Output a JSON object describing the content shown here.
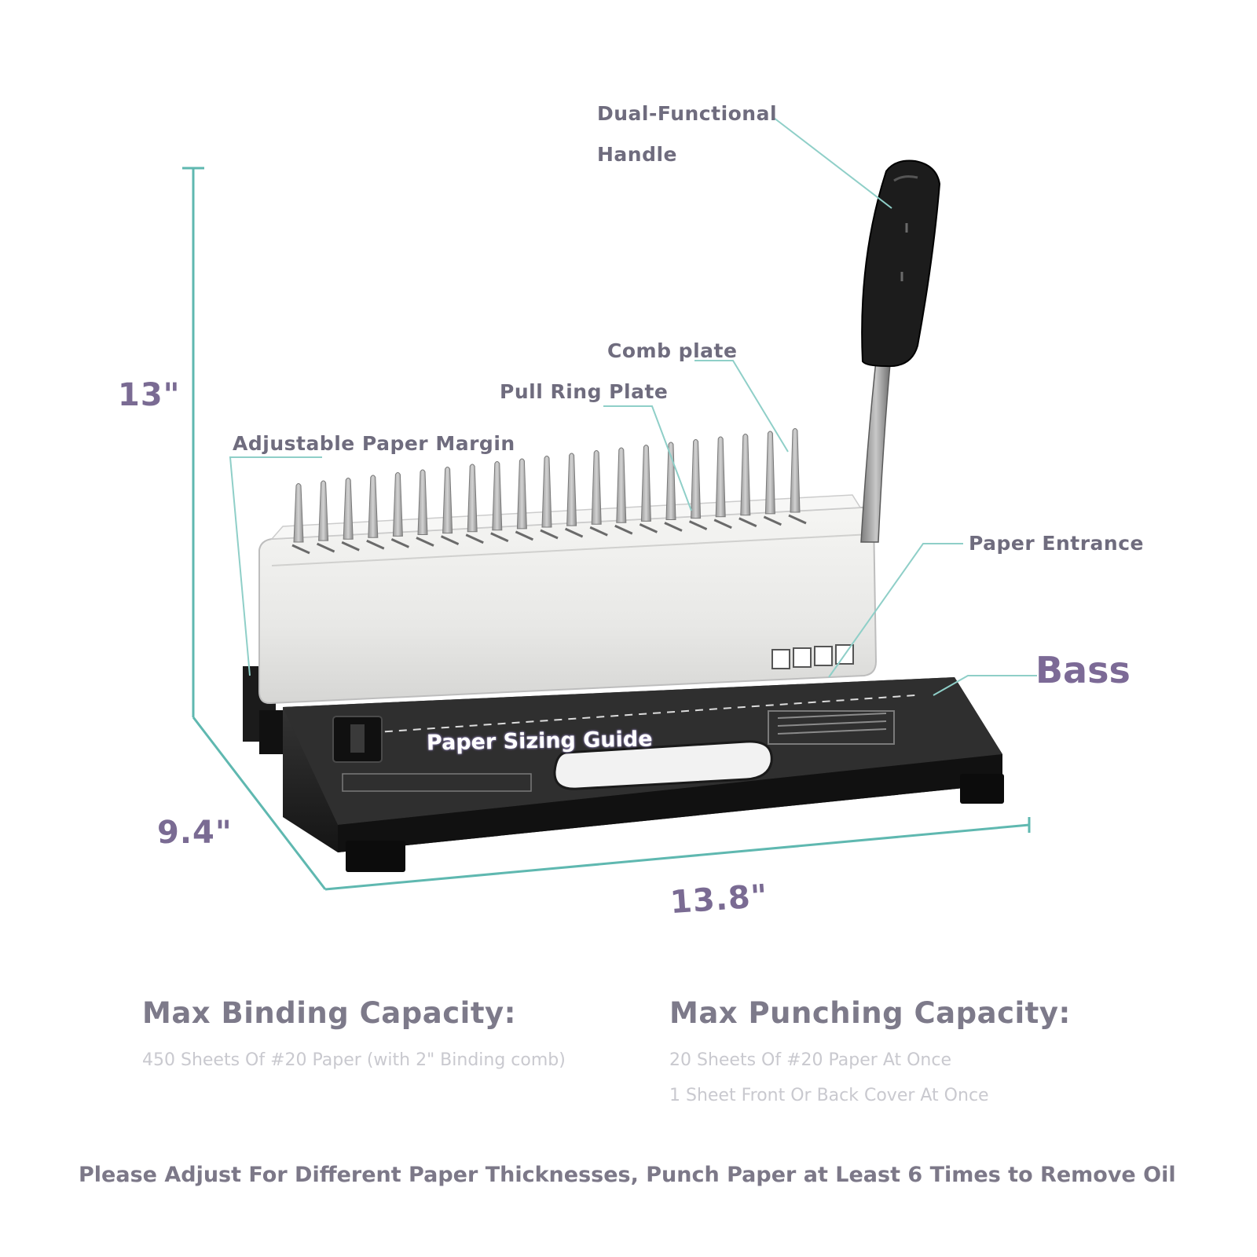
{
  "callouts": {
    "handle_line1": "Dual-Functional",
    "handle_line2": "Handle",
    "comb_plate": "Comb plate",
    "pull_ring_plate": "Pull Ring Plate",
    "paper_margin": "Adjustable Paper Margin",
    "paper_entrance": "Paper Entrance",
    "base": "Bass",
    "sizing_guide": "Paper Sizing Guide"
  },
  "dimensions": {
    "height": "13\"",
    "depth": "9.4\"",
    "width": "13.8\""
  },
  "specs": {
    "binding": {
      "heading": "Max Binding Capacity:",
      "lines": [
        "450 Sheets Of #20 Paper (with 2\" Binding comb)"
      ]
    },
    "punching": {
      "heading": "Max Punching Capacity:",
      "lines": [
        "20 Sheets Of #20 Paper At Once",
        "1 Sheet Front Or Back Cover At Once"
      ]
    }
  },
  "footer_note": "Please Adjust For Different Paper Thicknesses, Punch Paper at Least 6 Times to Remove Oil",
  "colors": {
    "dimension_line": "#5fb8b0",
    "leader_line": "#8fcfc8",
    "label_text": "#6f6c7e",
    "accent_purple": "#7c6a96",
    "machine_body": "#ececec",
    "machine_base": "#1e1e1e"
  }
}
